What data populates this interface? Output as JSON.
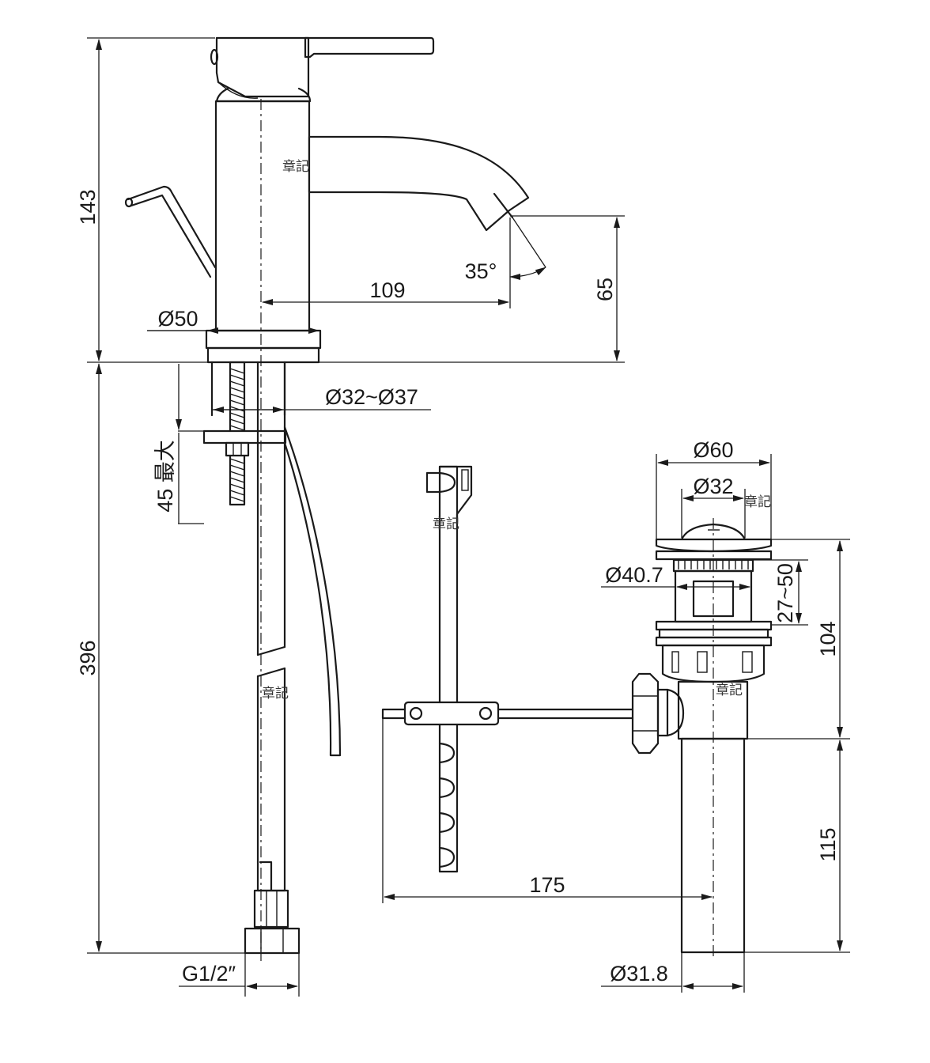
{
  "dimensions": {
    "faucet_height": "143",
    "supply_hose_length": "396",
    "spout_reach": "109",
    "spout_height": "65",
    "spout_angle": "35°",
    "body_diameter": "Ø50",
    "hole_diameter": "Ø32~Ø37",
    "max_thickness_value": "45",
    "max_thickness_label": "最大",
    "hose_thread": "G1/2″",
    "drain_head_diameter": "Ø60",
    "drain_plug_diameter": "Ø32",
    "drain_body_diameter": "Ø40.7",
    "drain_adjust_range": "27~50",
    "drain_upper_length": "104",
    "drain_lower_length": "115",
    "drain_pipe_diameter": "Ø31.8",
    "rod_length": "175"
  },
  "watermarks": [
    "章記",
    "章記",
    "章記",
    "章記",
    "章記"
  ]
}
